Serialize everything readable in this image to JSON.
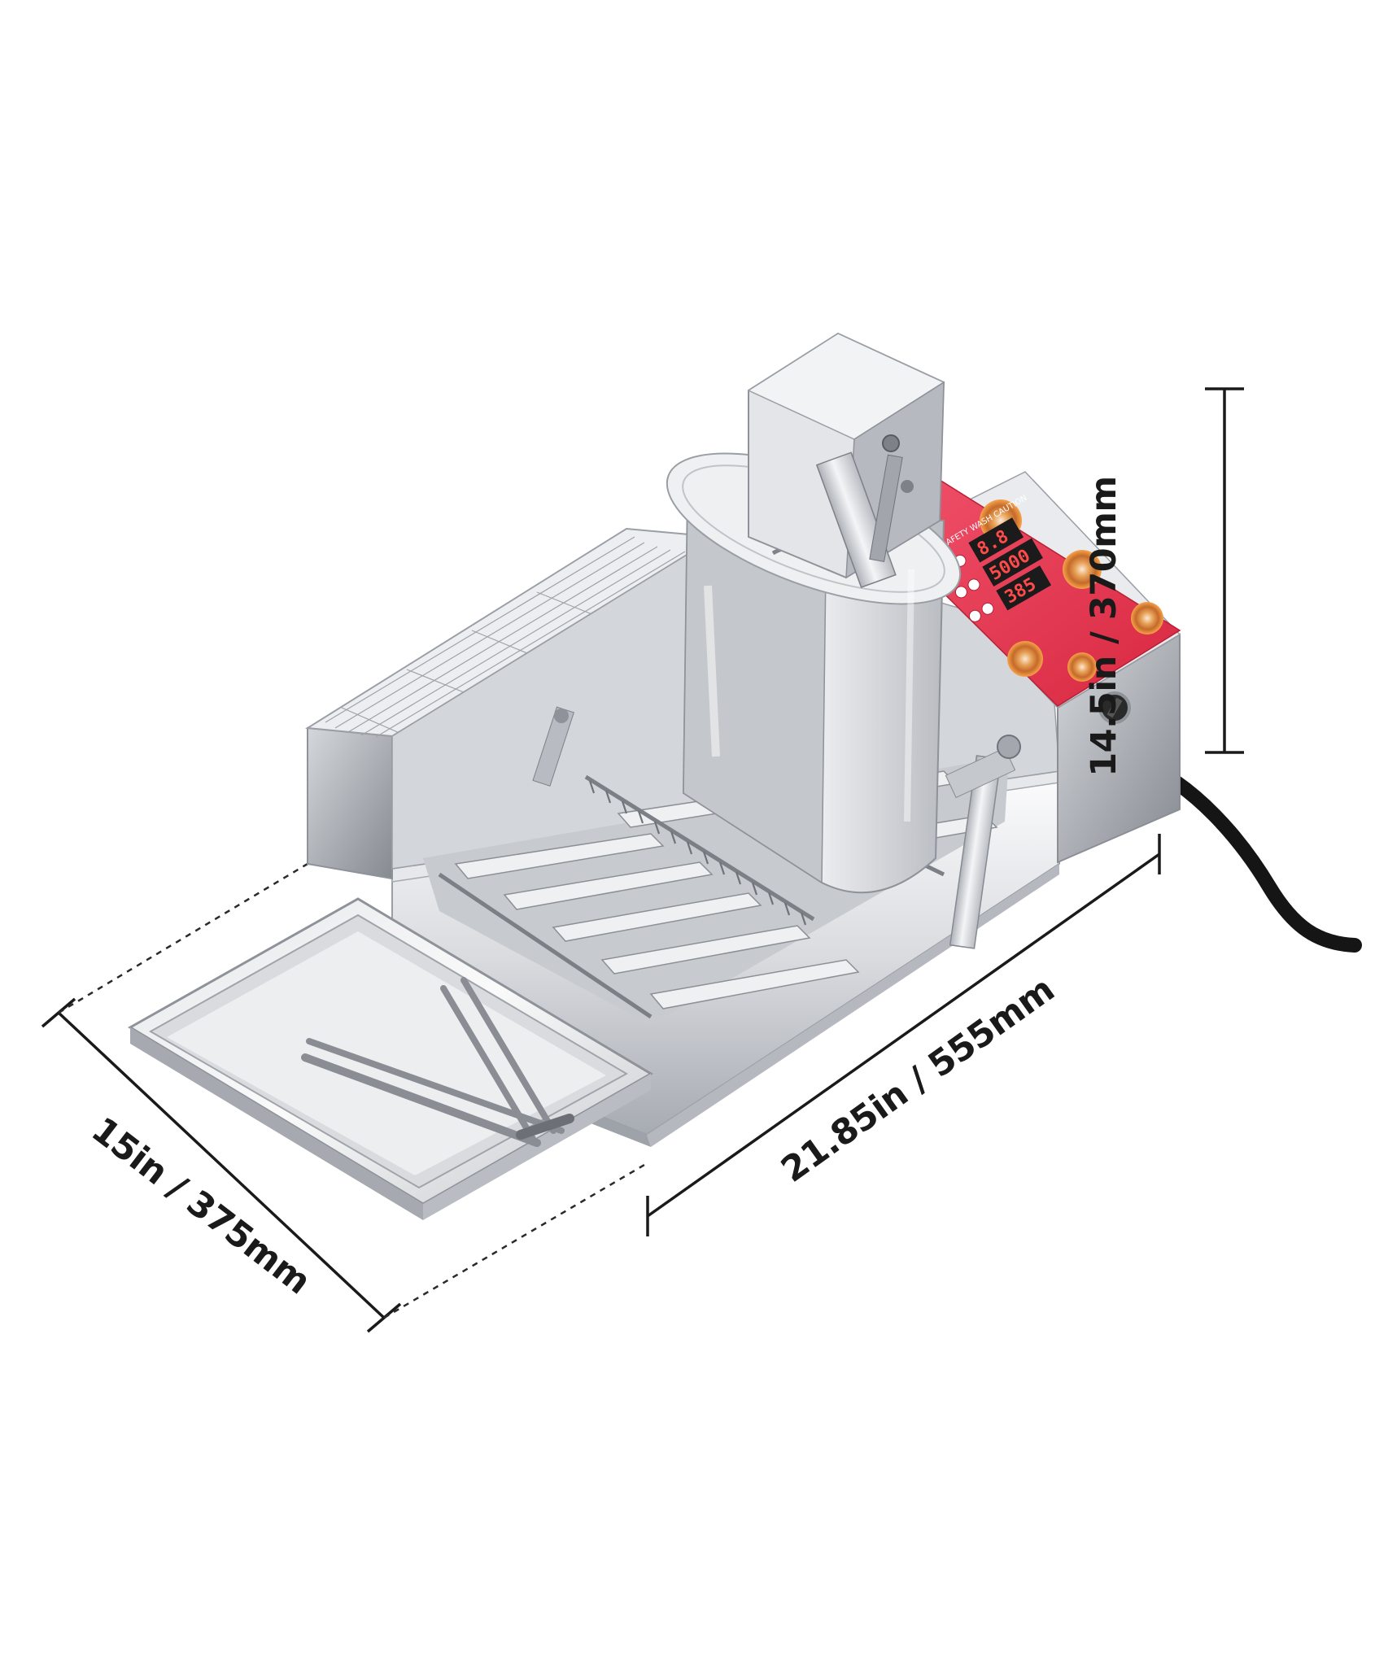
{
  "dimensions": {
    "height": "14.5in / 370mm",
    "length": "21.85in / 555mm",
    "width": "15in / 375mm"
  },
  "control_panel": {
    "title": "SAFETY WASH CAUTION",
    "display_top": "8.8",
    "display_mid": "5000",
    "display_bottom": "385"
  },
  "colors": {
    "background": "#ffffff",
    "steel_light": "#f2f3f5",
    "steel_mid": "#c9ccd1",
    "steel_dark": "#8e9299",
    "panel_red": "#e8344a",
    "cable": "#151515",
    "dimension_line": "#1a1a1a"
  },
  "icons": [
    "dimension-arrow-icon",
    "power-knob-icon",
    "power-cable-icon",
    "tongs-icon"
  ]
}
